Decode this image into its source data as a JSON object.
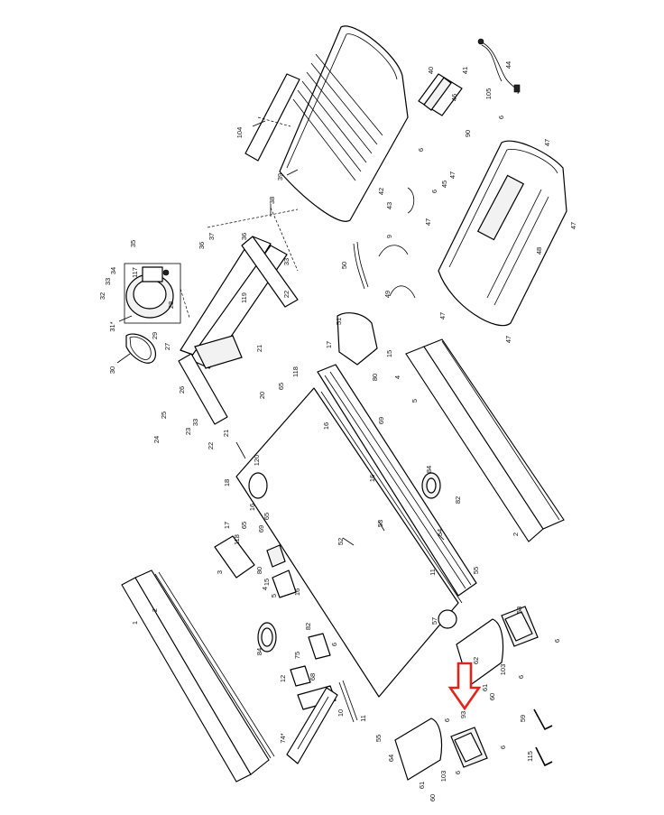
{
  "diagram": {
    "accent_color": "#e2231a",
    "line_color": "#000000",
    "callouts": [
      {
        "id": "c104",
        "label": "104"
      },
      {
        "id": "c39",
        "label": "39"
      },
      {
        "id": "c38",
        "label": "38"
      },
      {
        "id": "c36",
        "label": "36"
      },
      {
        "id": "c37",
        "label": "37"
      },
      {
        "id": "c36b",
        "label": "36"
      },
      {
        "id": "c33",
        "label": "33"
      },
      {
        "id": "c22",
        "label": "22"
      },
      {
        "id": "c119",
        "label": "119"
      },
      {
        "id": "c21",
        "label": "21"
      },
      {
        "id": "c20",
        "label": "20"
      },
      {
        "id": "c35",
        "label": "35"
      },
      {
        "id": "c34",
        "label": "34"
      },
      {
        "id": "c33b",
        "label": "33"
      },
      {
        "id": "c32",
        "label": "32"
      },
      {
        "id": "c117",
        "label": "117"
      },
      {
        "id": "c28",
        "label": "28"
      },
      {
        "id": "c31",
        "label": "31*"
      },
      {
        "id": "c29",
        "label": "29"
      },
      {
        "id": "c27",
        "label": "27"
      },
      {
        "id": "c30",
        "label": "30"
      },
      {
        "id": "c26",
        "label": "26"
      },
      {
        "id": "c25",
        "label": "25"
      },
      {
        "id": "c24",
        "label": "24"
      },
      {
        "id": "c23",
        "label": "23"
      },
      {
        "id": "c33c",
        "label": "33"
      },
      {
        "id": "c22b",
        "label": "22"
      },
      {
        "id": "c21b",
        "label": "21"
      },
      {
        "id": "c18",
        "label": "18"
      },
      {
        "id": "c120",
        "label": "120"
      },
      {
        "id": "c16",
        "label": "16"
      },
      {
        "id": "c65",
        "label": "65"
      },
      {
        "id": "c118",
        "label": "118"
      },
      {
        "id": "c17",
        "label": "17"
      },
      {
        "id": "c69",
        "label": "69"
      },
      {
        "id": "c65b",
        "label": "65"
      },
      {
        "id": "c3",
        "label": "3"
      },
      {
        "id": "c80",
        "label": "80"
      },
      {
        "id": "c15",
        "label": "15"
      },
      {
        "id": "c4",
        "label": "4"
      },
      {
        "id": "c5",
        "label": "5"
      },
      {
        "id": "c16b",
        "label": "16"
      },
      {
        "id": "c1",
        "label": "1"
      },
      {
        "id": "c2",
        "label": "2"
      },
      {
        "id": "c84",
        "label": "84"
      },
      {
        "id": "c82",
        "label": "82"
      },
      {
        "id": "c75",
        "label": "75"
      },
      {
        "id": "c6",
        "label": "6"
      },
      {
        "id": "c12",
        "label": "12"
      },
      {
        "id": "c68",
        "label": "68"
      },
      {
        "id": "c10",
        "label": "10"
      },
      {
        "id": "c11",
        "label": "11"
      },
      {
        "id": "c74",
        "label": "74*"
      },
      {
        "id": "c55",
        "label": "55"
      },
      {
        "id": "c64",
        "label": "64"
      },
      {
        "id": "c52",
        "label": "52"
      },
      {
        "id": "c53",
        "label": "53"
      },
      {
        "id": "c54",
        "label": "54"
      },
      {
        "id": "c16c",
        "label": "16"
      },
      {
        "id": "c84b",
        "label": "84"
      },
      {
        "id": "c82b",
        "label": "82"
      },
      {
        "id": "c11b",
        "label": "11"
      },
      {
        "id": "c55b",
        "label": "55"
      },
      {
        "id": "c57",
        "label": "57"
      },
      {
        "id": "c2b",
        "label": "2"
      },
      {
        "id": "c65c",
        "label": "65"
      },
      {
        "id": "c118b",
        "label": "118"
      },
      {
        "id": "c16d",
        "label": "16"
      },
      {
        "id": "c17b",
        "label": "17"
      },
      {
        "id": "c51",
        "label": "51"
      },
      {
        "id": "c80b",
        "label": "80"
      },
      {
        "id": "c15b",
        "label": "15"
      },
      {
        "id": "c69b",
        "label": "69"
      },
      {
        "id": "c4b",
        "label": "4"
      },
      {
        "id": "c5b",
        "label": "5"
      },
      {
        "id": "c50",
        "label": "50"
      },
      {
        "id": "c9",
        "label": "9"
      },
      {
        "id": "c49",
        "label": "49"
      },
      {
        "id": "c42",
        "label": "42"
      },
      {
        "id": "c43",
        "label": "43"
      },
      {
        "id": "c6b",
        "label": "6"
      },
      {
        "id": "c45",
        "label": "45"
      },
      {
        "id": "c47",
        "label": "47"
      },
      {
        "id": "c47b",
        "label": "47"
      },
      {
        "id": "c47c",
        "label": "47"
      },
      {
        "id": "c47d",
        "label": "47"
      },
      {
        "id": "c47e",
        "label": "47"
      },
      {
        "id": "c47f",
        "label": "47"
      },
      {
        "id": "c48",
        "label": "48"
      },
      {
        "id": "c40",
        "label": "40"
      },
      {
        "id": "c41",
        "label": "41"
      },
      {
        "id": "c44",
        "label": "44"
      },
      {
        "id": "c46",
        "label": "46"
      },
      {
        "id": "c105",
        "label": "105"
      },
      {
        "id": "c90",
        "label": "90"
      },
      {
        "id": "c6c",
        "label": "6"
      },
      {
        "id": "c6d",
        "label": "6"
      },
      {
        "id": "c58",
        "label": "58"
      },
      {
        "id": "c6e",
        "label": "6"
      },
      {
        "id": "c62",
        "label": "62"
      },
      {
        "id": "c103",
        "label": "103"
      },
      {
        "id": "c6f",
        "label": "6"
      },
      {
        "id": "c61",
        "label": "61"
      },
      {
        "id": "c60",
        "label": "60"
      },
      {
        "id": "c59",
        "label": "59"
      },
      {
        "id": "c93",
        "label": "93"
      },
      {
        "id": "c6g",
        "label": "6"
      },
      {
        "id": "c6h",
        "label": "6"
      },
      {
        "id": "c103b",
        "label": "103"
      },
      {
        "id": "c61b",
        "label": "61"
      },
      {
        "id": "c60b",
        "label": "60"
      },
      {
        "id": "c115",
        "label": "115"
      },
      {
        "id": "c6i",
        "label": "6"
      }
    ]
  }
}
